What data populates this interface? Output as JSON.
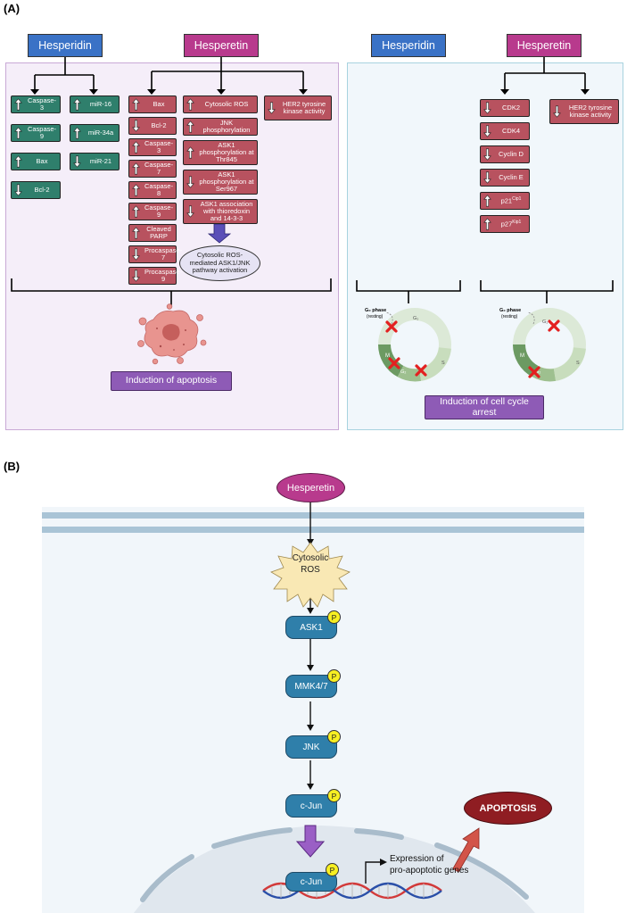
{
  "panel_a": {
    "label": "(A)",
    "left": {
      "hesperidin": "Hesperidin",
      "hesperetin": "Hesperetin",
      "hesperidin_col1": [
        {
          "text": "Caspase-3",
          "dir": "up"
        },
        {
          "text": "Caspase-9",
          "dir": "up"
        },
        {
          "text": "Bax",
          "dir": "up"
        },
        {
          "text": "Bcl-2",
          "dir": "down"
        }
      ],
      "hesperidin_col2": [
        {
          "text": "miR-16",
          "dir": "up"
        },
        {
          "text": "miR-34a",
          "dir": "up"
        },
        {
          "text": "miR-21",
          "dir": "down"
        }
      ],
      "hesperetin_col1": [
        {
          "text": "Bax",
          "dir": "up"
        },
        {
          "text": "Bcl-2",
          "dir": "down"
        },
        {
          "text": "Caspase-3",
          "dir": "up"
        },
        {
          "text": "Caspase-7",
          "dir": "up"
        },
        {
          "text": "Caspase-8",
          "dir": "up"
        },
        {
          "text": "Caspase-9",
          "dir": "up"
        },
        {
          "text": "Cleaved PARP",
          "dir": "up"
        },
        {
          "text": "Procaspase-7",
          "dir": "down"
        },
        {
          "text": "Procaspase-9",
          "dir": "down"
        }
      ],
      "hesperetin_col2": [
        {
          "text": "Cytosolic ROS",
          "dir": "up"
        },
        {
          "text": "JNK phosphorylation",
          "dir": "up"
        },
        {
          "text": "ASK1 phosphorylation at Thr845",
          "dir": "up"
        },
        {
          "text": "ASK1 phosphorylation at Ser967",
          "dir": "down"
        },
        {
          "text": "ASK1 association with thioredoxin and 14-3-3",
          "dir": "down"
        }
      ],
      "her2": {
        "text": "HER2 tyrosine kinase activity",
        "dir": "down"
      },
      "ros_pathway": "Cytosolic ROS-mediated ASK1/JNK pathway activation",
      "outcome": "Induction of apoptosis"
    },
    "right": {
      "hesperidin": "Hesperidin",
      "hesperetin": "Hesperetin",
      "hesperetin_col1": [
        {
          "text": "CDK2",
          "dir": "down"
        },
        {
          "text": "CDK4",
          "dir": "down"
        },
        {
          "text": "Cyclin D",
          "dir": "down"
        },
        {
          "text": "Cyclin E",
          "dir": "down"
        },
        {
          "text": "p21",
          "sup": "Cip1",
          "dir": "up"
        },
        {
          "text": "p27",
          "sup": "Kip1",
          "dir": "up"
        }
      ],
      "her2": {
        "text": "HER2 tyrosine kinase activity",
        "dir": "down"
      },
      "cycle_labels": {
        "g0": "G₀ phase",
        "resting": "(resting)",
        "g1": "G₁",
        "s": "S",
        "m": "M",
        "g2": "G₂"
      },
      "outcome": "Induction of cell cycle arrest"
    }
  },
  "panel_b": {
    "label": "(B)",
    "hesperetin": "Hesperetin",
    "ros": [
      "Cytosolic",
      "ROS"
    ],
    "kinases": [
      "ASK1",
      "MMK4/7",
      "JNK",
      "c-Jun"
    ],
    "nuclear": "c-Jun",
    "p": "P",
    "expression": [
      "Expression of",
      "pro-apoptotic genes"
    ],
    "apoptosis": "APOPTOSIS"
  },
  "colors": {
    "hesperidin_blue": "#3a72c6",
    "hesperetin_magenta": "#b83a8d",
    "green_box": "#2f7f6c",
    "red_box": "#b8525f",
    "purple_outcome": "#8e5bb6",
    "kinase_blue": "#2f7faa",
    "phospho_yellow": "#f7ef22",
    "apoptosis_red": "#8f1d22"
  }
}
